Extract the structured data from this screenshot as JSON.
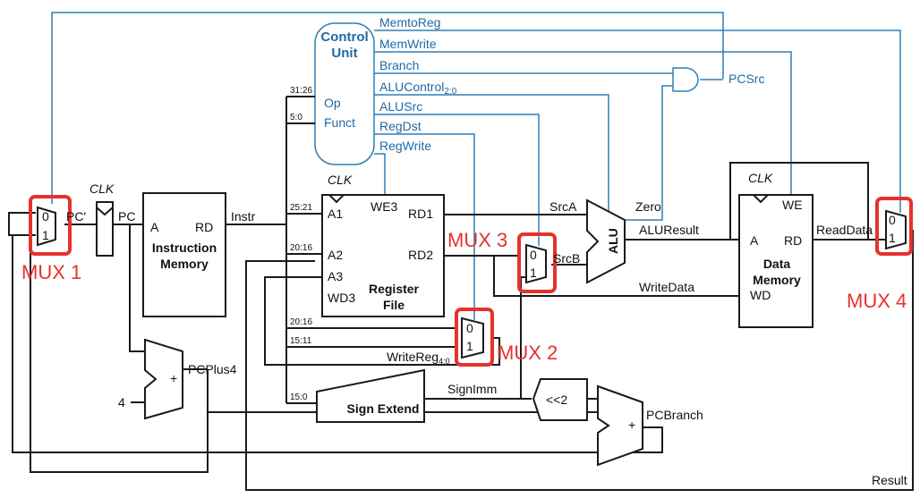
{
  "control_unit": {
    "title_line1": "Control",
    "title_line2": "Unit",
    "op": "Op",
    "funct": "Funct",
    "signals": {
      "memtoreg": "MemtoReg",
      "memwrite": "MemWrite",
      "branch": "Branch",
      "alucontrol": "ALUControl",
      "alucontrol_sub": "2:0",
      "alusrc": "ALUSrc",
      "regdst": "RegDst",
      "regwrite": "RegWrite",
      "pcsrc": "PCSrc"
    }
  },
  "bit_fields": {
    "f31_26": "31:26",
    "f5_0": "5:0",
    "f25_21": "25:21",
    "f20_16a": "20:16",
    "f20_16b": "20:16",
    "f15_11": "15:11",
    "f15_0": "15:0"
  },
  "clk": "CLK",
  "pc": {
    "pcprime": "PC'",
    "pc": "PC"
  },
  "instruction_memory": {
    "a": "A",
    "rd": "RD",
    "name_line1": "Instruction",
    "name_line2": "Memory"
  },
  "register_file": {
    "a1": "A1",
    "a2": "A2",
    "a3": "A3",
    "wd3": "WD3",
    "we3": "WE3",
    "rd1": "RD1",
    "rd2": "RD2",
    "name_line1": "Register",
    "name_line2": "File"
  },
  "data_memory": {
    "a": "A",
    "rd": "RD",
    "we": "WE",
    "wd": "WD",
    "name_line1": "Data",
    "name_line2": "Memory"
  },
  "wires": {
    "instr": "Instr",
    "srca": "SrcA",
    "srcb": "SrcB",
    "zero": "Zero",
    "aluresult": "ALUResult",
    "writedata": "WriteData",
    "readdata": "ReadData",
    "writereg": "WriteReg",
    "writereg_sub": "4:0",
    "signimm": "SignImm",
    "pcplus4": "PCPlus4",
    "pcbranch": "PCBranch",
    "result": "Result",
    "four": "4"
  },
  "blocks": {
    "alu": "ALU",
    "sign_extend": "Sign Extend",
    "shift": "<<2",
    "plus": "+"
  },
  "mux": {
    "zero": "0",
    "one": "1"
  },
  "annotations": {
    "mux1": "MUX 1",
    "mux2": "MUX 2",
    "mux3": "MUX 3",
    "mux4": "MUX 4"
  }
}
